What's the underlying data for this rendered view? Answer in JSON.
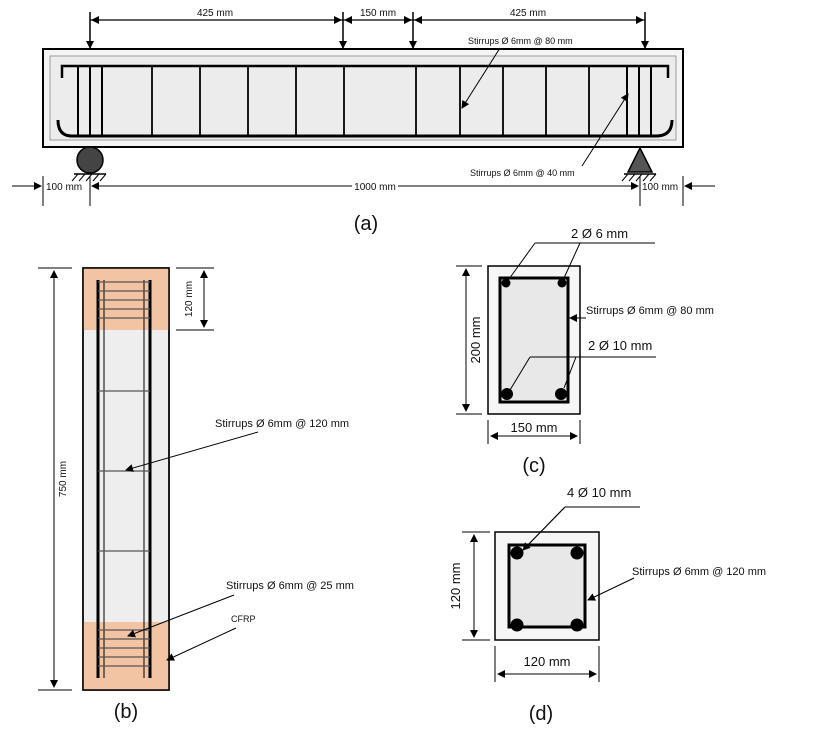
{
  "panel_a": {
    "caption": "(a)",
    "dim_425_left": "425 mm",
    "dim_150": "150 mm",
    "dim_425_right": "425 mm",
    "stirrups_mid": "Stirrups Ø 6mm @ 80 mm",
    "stirrups_end": "Stirrups Ø 6mm @ 40 mm",
    "dim_100_left": "100 mm",
    "dim_1000": "1000 mm",
    "dim_100_right": "100 mm"
  },
  "panel_b": {
    "caption": "(b)",
    "dim_750": "750 mm",
    "dim_120": "120 mm",
    "stirrups_mid": "Stirrups Ø 6mm @ 120 mm",
    "stirrups_end": "Stirrups Ø 6mm @ 25 mm",
    "cfrp": "CFRP"
  },
  "panel_c": {
    "caption": "(c)",
    "top_bars": "2 Ø 6 mm",
    "stirrups": "Stirrups Ø 6mm @ 80 mm",
    "bottom_bars": "2 Ø 10 mm",
    "dim_200": "200 mm",
    "dim_150": "150 mm"
  },
  "panel_d": {
    "caption": "(d)",
    "bars": "4 Ø 10 mm",
    "stirrups": "Stirrups Ø 6mm @ 120 mm",
    "dim_120_v": "120 mm",
    "dim_120_h": "120 mm"
  },
  "colors": {
    "cfrp": "#f2c4a4",
    "concrete": "#ededed"
  }
}
